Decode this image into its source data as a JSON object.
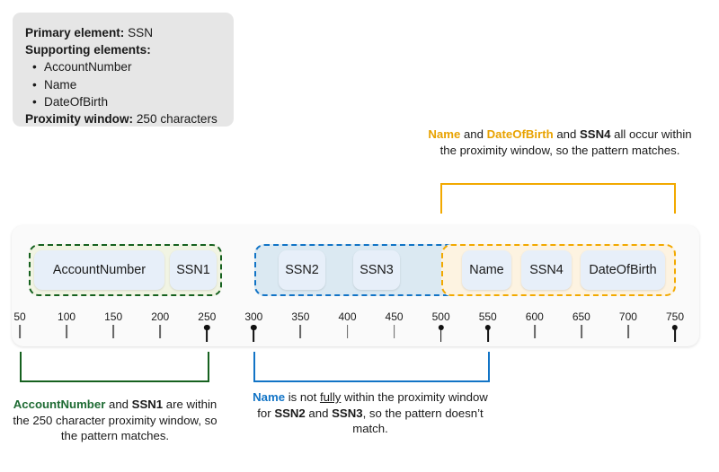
{
  "definition_card": {
    "primary_label": "Primary element:",
    "primary_value": "SSN",
    "supporting_label": "Supporting elements:",
    "supporting_items": [
      "AccountNumber",
      "Name",
      "DateOfBirth"
    ],
    "proximity_label": "Proximity window:",
    "proximity_value": "250 characters"
  },
  "captions": {
    "top": {
      "part1": "Name",
      "part2": " and ",
      "part3": "DateOfBirth",
      "part4": " and ",
      "part5": "SSN4",
      "part6": " all occur within the proximity window, so the pattern matches."
    },
    "green": {
      "part1": "AccountNumber",
      "part2": " and ",
      "part3": "SSN1",
      "part4": " are within the 250 character proximity window, so the pattern matches."
    },
    "blue": {
      "part1": "Name",
      "part2": " is not ",
      "part3": "fully",
      "part4": " within the proximity window for ",
      "part5": "SSN2",
      "part6": " and ",
      "part7": "SSN3",
      "part8": ", so the pattern doesn’t match."
    }
  },
  "colors": {
    "green": "#16611f",
    "blue": "#1274c6",
    "orange": "#f2a900",
    "chip_fill": "#e7eff9",
    "panel_bg": "#fafafa",
    "card_bg": "#e6e6e6"
  },
  "panel": {
    "groups": [
      {
        "id": "green",
        "color": "#16611f",
        "fill": "#f1f4e3",
        "start": 50,
        "end": 250
      },
      {
        "id": "blue",
        "color": "#1274c6",
        "fill": "#dbe9f2",
        "start": 300,
        "end": 550
      },
      {
        "id": "orange",
        "color": "#f2a900",
        "fill": "#fdf3e1",
        "start": 500,
        "end": 750
      }
    ],
    "chips": [
      {
        "id": "accountnumber",
        "label": "AccountNumber"
      },
      {
        "id": "ssn1",
        "label": "SSN1"
      },
      {
        "id": "ssn2",
        "label": "SSN2"
      },
      {
        "id": "ssn3",
        "label": "SSN3"
      },
      {
        "id": "name",
        "label": "Name"
      },
      {
        "id": "ssn4",
        "label": "SSN4"
      },
      {
        "id": "dateofbirth",
        "label": "DateOfBirth"
      }
    ],
    "ruler": {
      "ticks": [
        {
          "label": "50",
          "pin": false
        },
        {
          "label": "100",
          "pin": false
        },
        {
          "label": "150",
          "pin": false
        },
        {
          "label": "200",
          "pin": false
        },
        {
          "label": "250",
          "pin": true
        },
        {
          "label": "300",
          "pin": true
        },
        {
          "label": "350",
          "pin": false
        },
        {
          "label": "400",
          "pin": false
        },
        {
          "label": "450",
          "pin": false
        },
        {
          "label": "500",
          "pin": true
        },
        {
          "label": "550",
          "pin": true
        },
        {
          "label": "600",
          "pin": false
        },
        {
          "label": "650",
          "pin": false
        },
        {
          "label": "700",
          "pin": false
        },
        {
          "label": "750",
          "pin": true
        }
      ]
    }
  }
}
